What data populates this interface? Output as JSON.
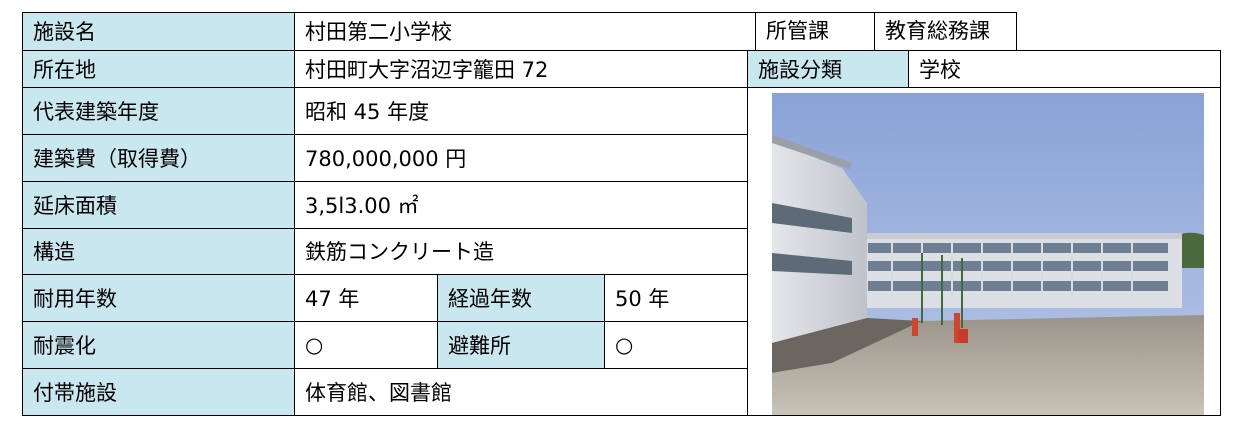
{
  "facility": {
    "name_label": "施設名",
    "name_value": "村田第二小学校",
    "department_label": "所管課",
    "department_value": "教育総務課",
    "location_label": "所在地",
    "location_value": "村田町大字沼辺字籠田 72",
    "category_label": "施設分類",
    "category_value": "学校",
    "built_year_label": "代表建築年度",
    "built_year_value": "昭和 45 年度",
    "cost_label": "建築費（取得費）",
    "cost_value": "780,000,000 円",
    "floor_area_label": "延床面積",
    "floor_area_value": "3,5l3.00 ㎡",
    "structure_label": "構造",
    "structure_value": "鉄筋コンクリート造",
    "service_life_label": "耐用年数",
    "service_life_value": "47 年",
    "elapsed_years_label": "経過年数",
    "elapsed_years_value": "50 年",
    "seismic_label": "耐震化",
    "seismic_value": "○",
    "shelter_label": "避難所",
    "shelter_value": "○",
    "annex_label": "付帯施設",
    "annex_value": "体育館、図書館"
  },
  "photo": {
    "subject": "school-building-photo"
  }
}
